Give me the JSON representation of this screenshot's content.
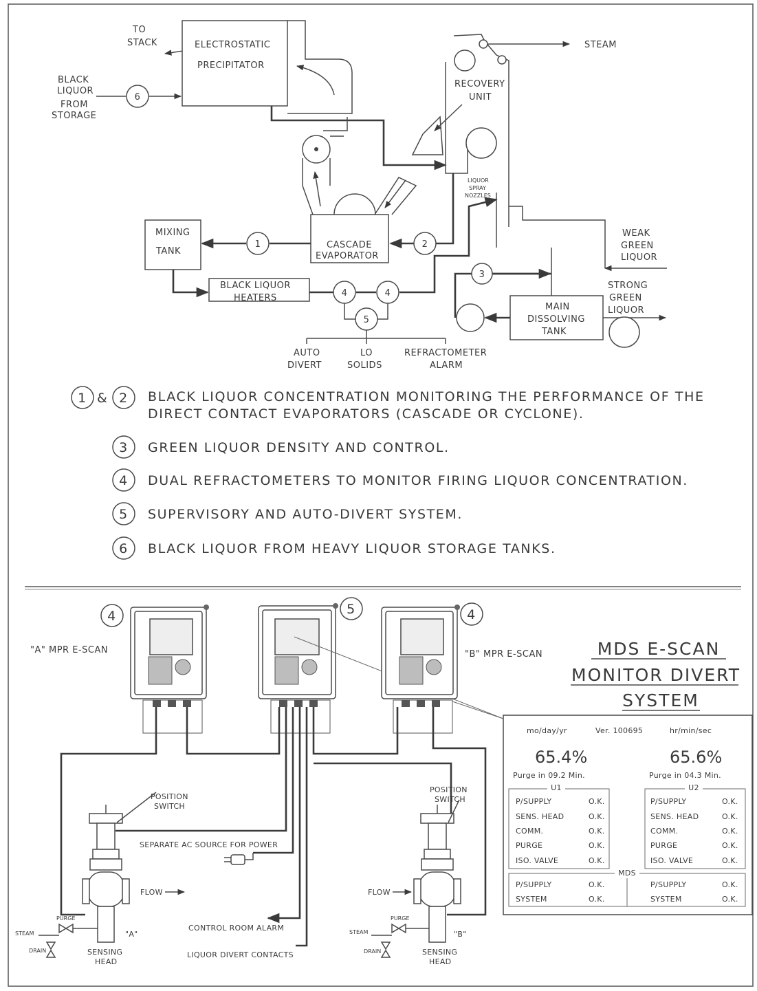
{
  "top": {
    "to_stack": [
      "TO",
      "STACK"
    ],
    "precipitator": [
      "ELECTROSTATIC",
      "PRECIPITATOR"
    ],
    "black_liquor_from_storage": [
      "BLACK",
      "LIQUOR",
      "FROM",
      "STORAGE"
    ],
    "steam": "STEAM",
    "recovery_unit": [
      "RECOVERY",
      "UNIT"
    ],
    "liquor_spray_nozzles": [
      "LIQUOR",
      "SPRAY",
      "NOZZLES"
    ],
    "mixing_tank": [
      "MIXING",
      "TANK"
    ],
    "cascade_evaporator": [
      "CASCADE",
      "EVAPORATOR"
    ],
    "weak_green_liquor": [
      "WEAK",
      "GREEN",
      "LIQUOR"
    ],
    "strong_green_liquor": [
      "STRONG",
      "GREEN",
      "LIQUOR"
    ],
    "black_liquor_heaters": [
      "BLACK LIQUOR",
      "HEATERS"
    ],
    "main_dissolving_tank": [
      "MAIN",
      "DISSOLVING",
      "TANK"
    ],
    "auto_divert": [
      "AUTO",
      "DIVERT"
    ],
    "lo_solids": [
      "LO",
      "SOLIDS"
    ],
    "refractometer_alarm": [
      "REFRACTOMETER",
      "ALARM"
    ],
    "markers": {
      "m1": "1",
      "m2": "2",
      "m3": "3",
      "m4": "4",
      "m5": "5",
      "m6": "6"
    }
  },
  "legend": {
    "amp": "&",
    "n1": "1",
    "n2": "2",
    "n3": "3",
    "n4": "4",
    "n5": "5",
    "n6": "6",
    "item12_line1": "BLACK LIQUOR CONCENTRATION MONITORING THE PERFORMANCE OF THE",
    "item12_line2": "DIRECT CONTACT EVAPORATORS (CASCADE OR CYCLONE).",
    "item3": "GREEN LIQUOR DENSITY AND CONTROL.",
    "item4": "DUAL REFRACTOMETERS TO MONITOR FIRING LIQUOR CONCENTRATION.",
    "item5": "SUPERVISORY AND AUTO-DIVERT SYSTEM.",
    "item6": "BLACK LIQUOR FROM HEAVY LIQUOR STORAGE TANKS."
  },
  "bottom": {
    "unit_a_label": "\"A\" MPR E-SCAN",
    "unit_b_label": "\"B\" MPR E-SCAN",
    "callout_a": "4",
    "callout_mid": "5",
    "callout_b": "4",
    "title": [
      "MDS E-SCAN",
      "MONITOR DIVERT",
      "SYSTEM"
    ],
    "position_switch": [
      "POSITION",
      "SWITCH"
    ],
    "separate_ac": "SEPARATE AC SOURCE FOR POWER",
    "flow": "FLOW",
    "purge": "PURGE",
    "steam": "STEAM",
    "drain": "DRAIN",
    "sensing_head": [
      "SENSING",
      "HEAD"
    ],
    "tag_a": "\"A\"",
    "tag_b": "\"B\"",
    "control_room_alarm": "CONTROL ROOM ALARM",
    "liquor_divert_contacts": "LIQUOR DIVERT CONTACTS"
  },
  "display": {
    "date_label": "mo/day/yr",
    "version": "Ver. 100695",
    "time_label": "hr/min/sec",
    "u1_value": "65.4%",
    "u2_value": "65.6%",
    "u1_purge": "Purge in 09.2 Min.",
    "u2_purge": "Purge in 04.3 Min.",
    "u1_title": "U1",
    "u2_title": "U2",
    "mds_title": "MDS",
    "u1_rows": [
      {
        "name": "P/SUPPLY",
        "status": "O.K."
      },
      {
        "name": "SENS. HEAD",
        "status": "O.K."
      },
      {
        "name": "COMM.",
        "status": "O.K."
      },
      {
        "name": "PURGE",
        "status": "O.K."
      },
      {
        "name": "ISO. VALVE",
        "status": "O.K."
      }
    ],
    "u2_rows": [
      {
        "name": "P/SUPPLY",
        "status": "O.K."
      },
      {
        "name": "SENS. HEAD",
        "status": "O.K."
      },
      {
        "name": "COMM.",
        "status": "O.K."
      },
      {
        "name": "PURGE",
        "status": "O.K."
      },
      {
        "name": "ISO. VALVE",
        "status": "O.K."
      }
    ],
    "mds_rows": [
      {
        "left": "P/SUPPLY",
        "left_status": "O.K.",
        "right": "P/SUPPLY",
        "right_status": "O.K."
      },
      {
        "left": "SYSTEM",
        "left_status": "O.K.",
        "right": "SYSTEM",
        "right_status": "O.K."
      }
    ]
  }
}
